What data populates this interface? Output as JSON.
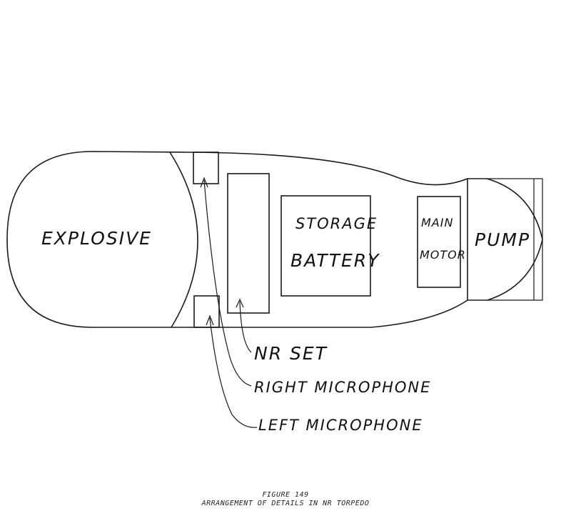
{
  "diagram": {
    "compartments": {
      "explosive": "EXPLOSIVE",
      "storage_line1": "STORAGE",
      "storage_line2": "BATTERY",
      "motor_line1": "MAIN",
      "motor_line2": "MOTOR",
      "pump": "PUMP"
    },
    "callouts": {
      "nr_set": "NR SET",
      "right_microphone": "RIGHT MICROPHONE",
      "left_microphone": "LEFT MICROPHONE"
    }
  },
  "caption": {
    "figure": "FIGURE 149",
    "title": "ARRANGEMENT OF DETAILS IN NR TORPEDO"
  },
  "colors": {
    "ink": "#1a1a1a",
    "paper": "#ffffff"
  }
}
